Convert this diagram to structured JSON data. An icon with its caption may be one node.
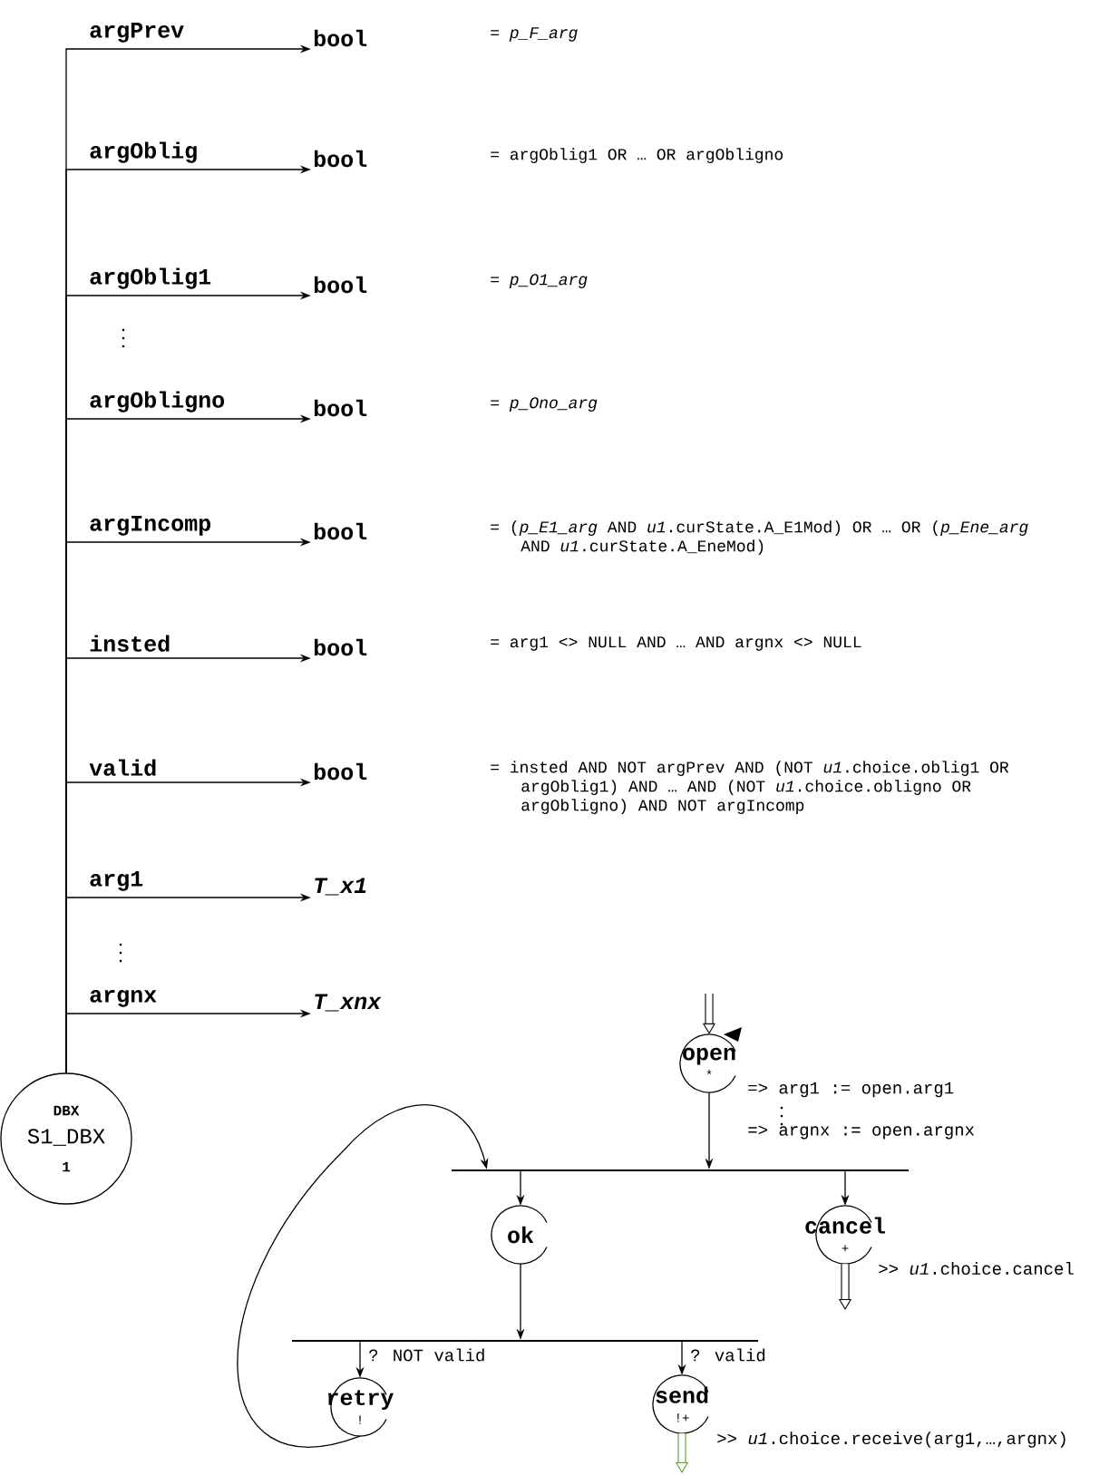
{
  "diagram": {
    "nodes": [
      {
        "text": [
          "DBX",
          "S1_DBX",
          "1"
        ]
      },
      {
        "text": [
          "bool"
        ]
      },
      {
        "text": [
          "bool"
        ]
      },
      {
        "text": [
          "bool"
        ]
      },
      {
        "text": [
          "bool"
        ]
      },
      {
        "text": [
          "bool"
        ]
      },
      {
        "text": [
          "bool"
        ]
      },
      {
        "text": [
          "bool"
        ]
      },
      {
        "text": [
          "*T_x1*"
        ]
      },
      {
        "text": [
          "*T_xnx*"
        ]
      },
      {
        "text": [
          "open",
          "*"
        ],
        "beside": [
          "=> arg1 := open.arg1",
          "=> argnx := open.argnx"
        ]
      },
      {
        "text": [],
        "shape": "bar"
      },
      {
        "text": [
          "ok"
        ]
      },
      {
        "text": [
          "cancel",
          "+"
        ],
        "beside": [
          ">> *u1*.choice.cancel"
        ]
      },
      {
        "text": [],
        "shape": "bar"
      },
      {
        "text": [
          "retry",
          "!"
        ]
      },
      {
        "text": [
          "send",
          "!+"
        ],
        "beside": [
          ">> *u1*.choice.receive(arg1,…,argnx)"
        ]
      }
    ],
    "labels": [
      "= *p_F_arg*",
      "= argOblig1 OR … OR argObligno",
      "= *p_O1_arg*",
      "= *p_Ono_arg*",
      "= (*p_E1_arg* AND *u1*.curState.A_E1Mod) OR … OR (*p_Ene_arg* AND *u1*.curState.A_EneMod)",
      "= arg1 <> NULL AND … AND argnx <> NULL",
      "= insted AND NOT argPrev AND (NOT *u1*.choice.oblig1 OR argOblig1) AND … AND (NOT *u1*.choice.obligno OR argObligno) AND NOT argIncomp"
    ],
    "edges": [
      {
        "from": 0,
        "to": 1,
        "arrow": "to",
        "label": "argPrev"
      },
      {
        "from": 0,
        "to": 2,
        "arrow": "to",
        "label": "argOblig"
      },
      {
        "from": 0,
        "to": 3,
        "arrow": "to",
        "label": "argOblig1"
      },
      {
        "from": 0,
        "to": 4,
        "arrow": "to",
        "label": "argObligno"
      },
      {
        "from": 0,
        "to": 5,
        "arrow": "to",
        "label": "argIncomp"
      },
      {
        "from": 0,
        "to": 6,
        "arrow": "to",
        "label": "insted"
      },
      {
        "from": 0,
        "to": 7,
        "arrow": "to",
        "label": "valid"
      },
      {
        "from": 0,
        "to": 8,
        "arrow": "to",
        "label": "arg1"
      },
      {
        "from": 0,
        "to": 9,
        "arrow": "to",
        "label": "argnx"
      },
      {
        "from": null,
        "to": 10,
        "arrow": "to",
        "style": "thick"
      },
      {
        "from": 10,
        "to": 11,
        "arrow": "to"
      },
      {
        "from": 11,
        "to": 12,
        "arrow": "to"
      },
      {
        "from": 11,
        "to": 13,
        "arrow": "to"
      },
      {
        "from": 12,
        "to": 14,
        "arrow": "to"
      },
      {
        "from": 14,
        "to": 15,
        "arrow": "to",
        "label": "? NOT valid"
      },
      {
        "from": 14,
        "to": 16,
        "arrow": "to",
        "label": "? valid"
      },
      {
        "from": 15,
        "to": 11,
        "arrow": "to"
      },
      {
        "from": 13,
        "to": null,
        "arrow": "to",
        "style": "thick"
      },
      {
        "from": 16,
        "to": null,
        "arrow": "to",
        "style": "thick",
        "color": "#5f9a2e"
      }
    ]
  }
}
